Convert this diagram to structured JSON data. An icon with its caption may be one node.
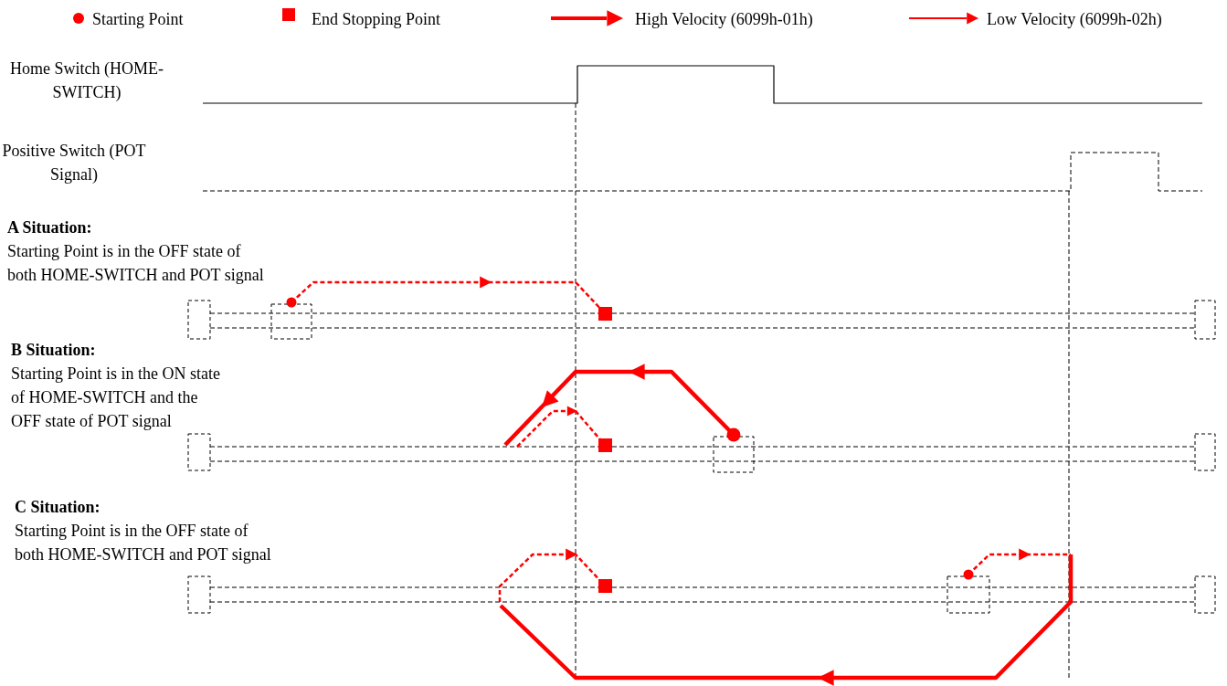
{
  "diagram": {
    "labels": [
      "Home Switch (HOME-SWITCH)",
      "Positive Switch (POT Signal)",
      "A Situation:",
      "Starting Point is in the OFF state of both HOME-SWITCH and POT signal",
      "B Situation:",
      "Starting Point is in the ON state of HOME-SWITCH and the OFF state of POT signal",
      "C Situation:",
      "Starting Point is in the OFF state of both HOME-SWITCH and POT signal"
    ],
    "legend": [
      {
        "text": "Starting Point"
      },
      {
        "text": "End Stopping Point"
      },
      {
        "text": "High Velocity (6099h-01h)"
      },
      {
        "text": "Low Velocity (6099h-02h)"
      }
    ]
  }
}
